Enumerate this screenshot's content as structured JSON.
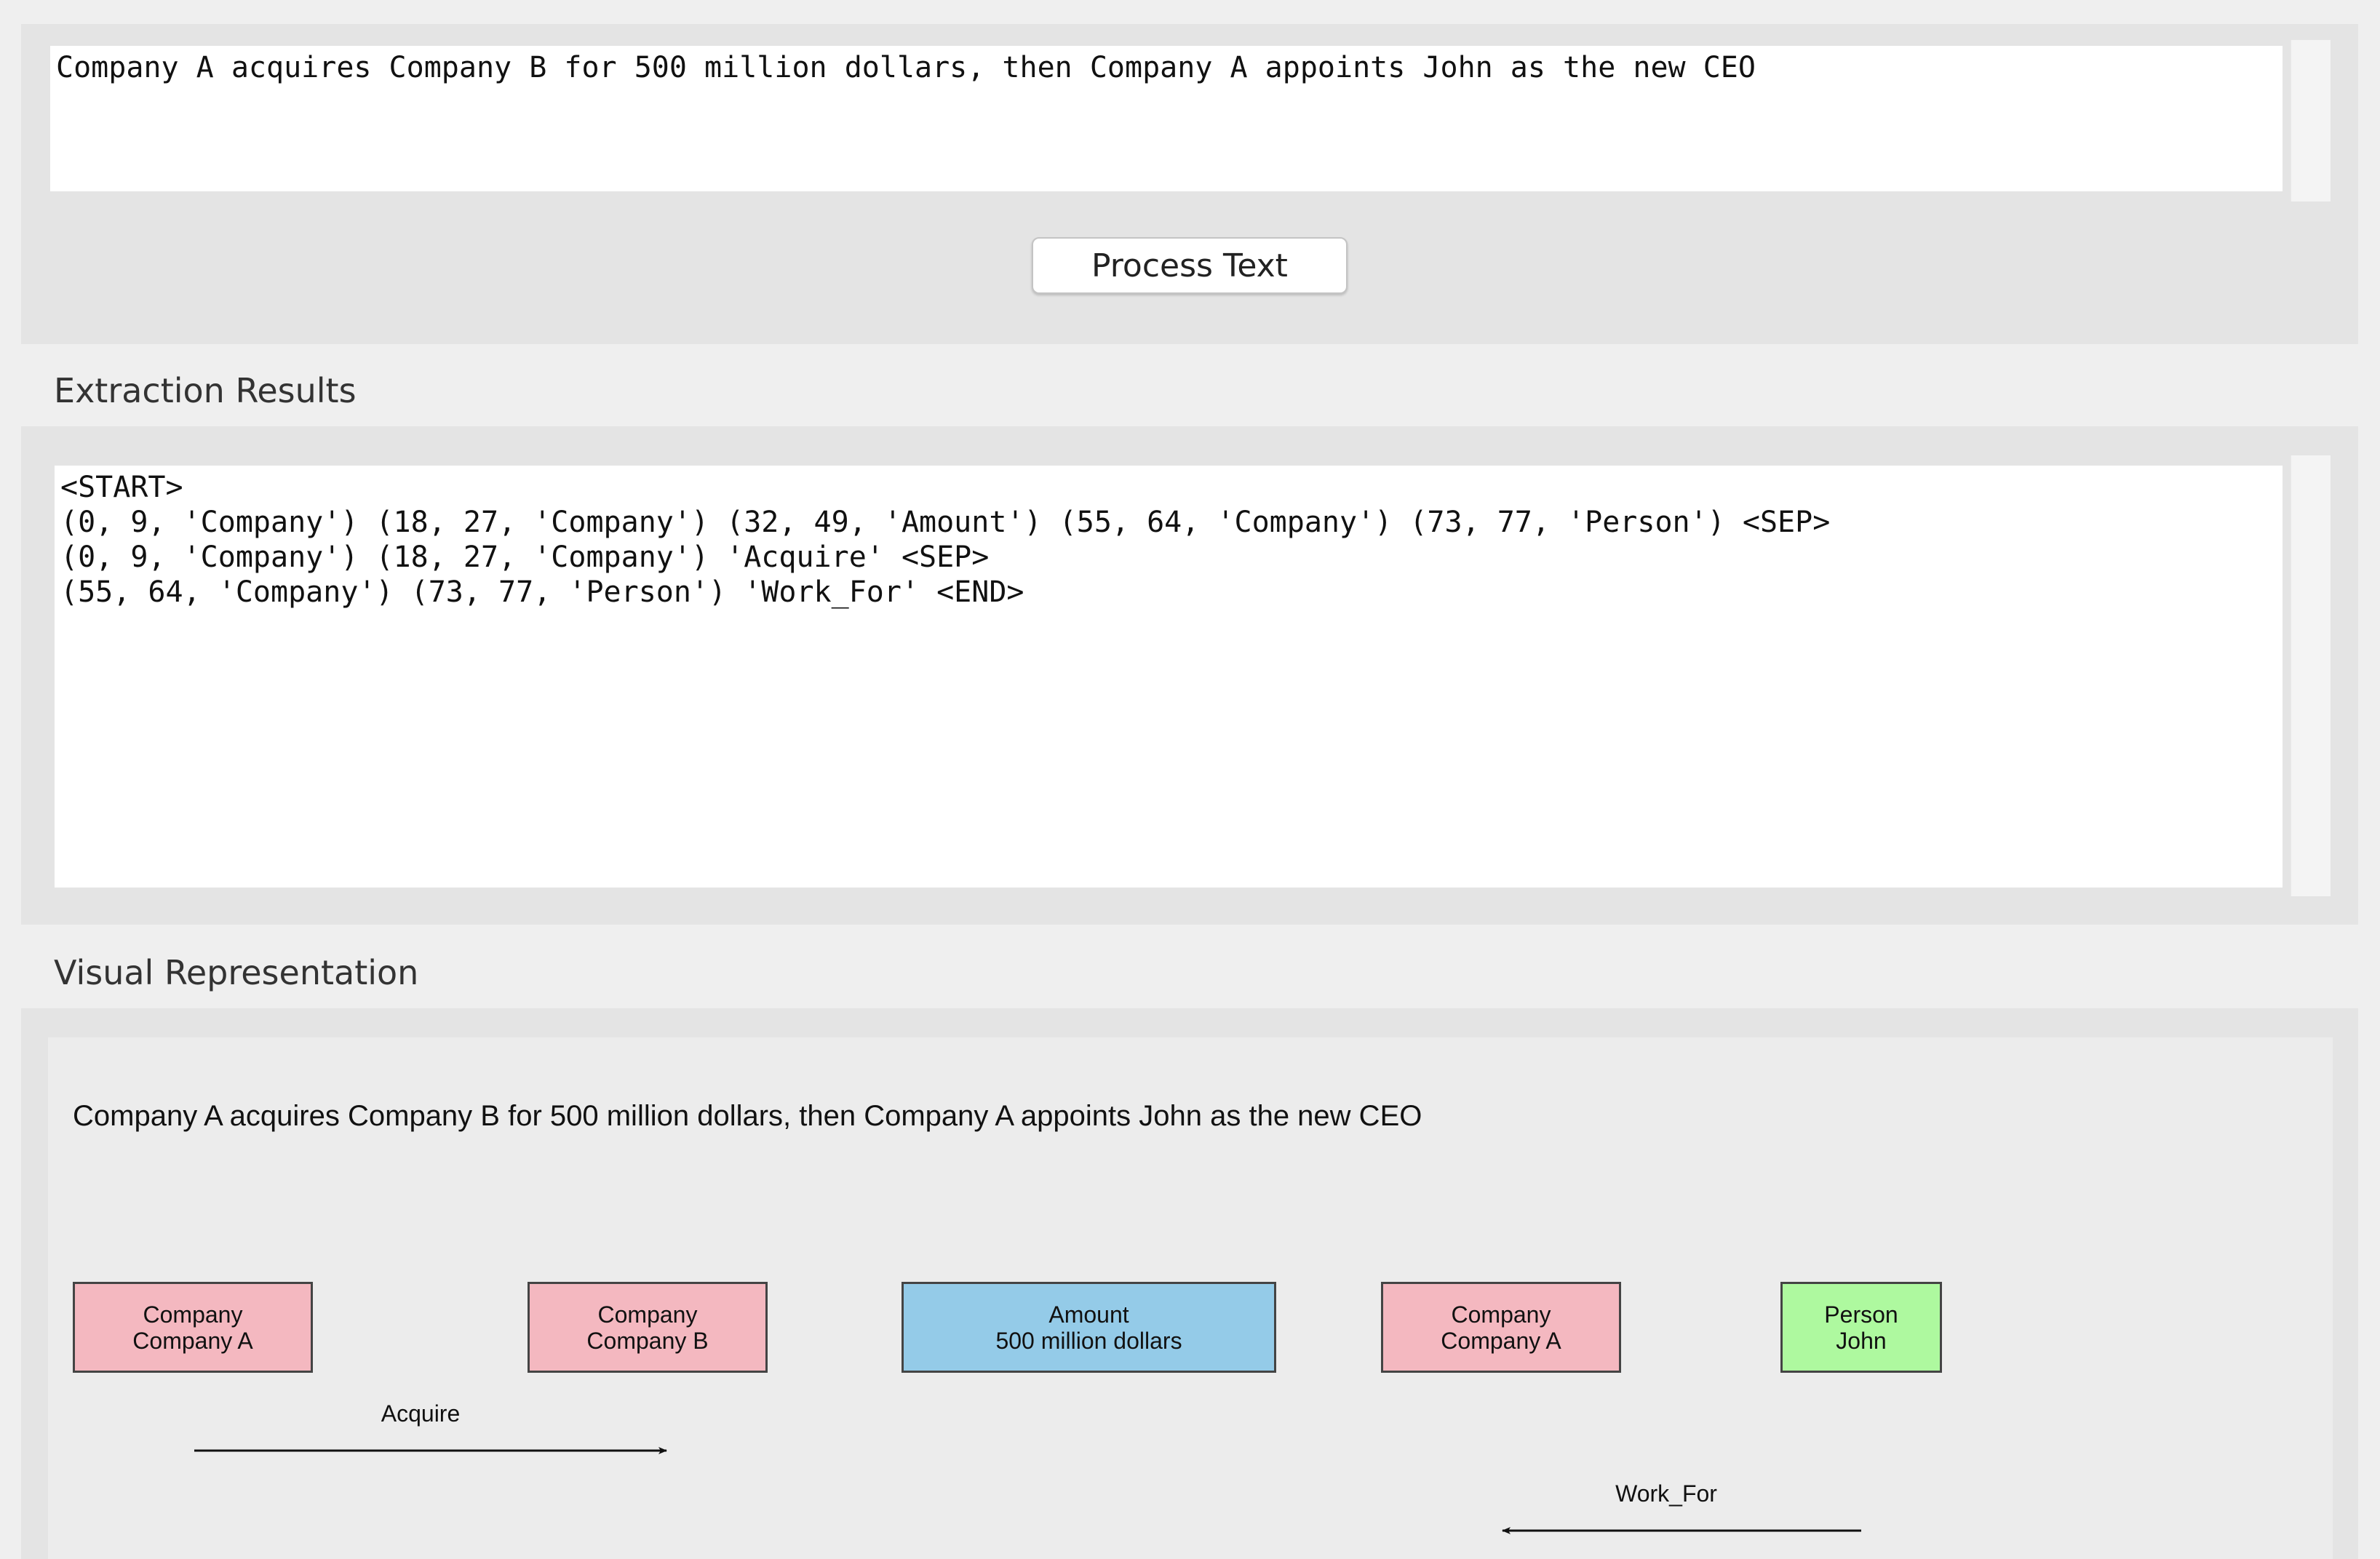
{
  "input": {
    "text": "Company A acquires Company B for 500 million dollars, then Company A appoints John as the new CEO"
  },
  "process_button": {
    "label": "Process Text"
  },
  "results": {
    "title": "Extraction Results",
    "lines": [
      "<START>",
      "(0, 9, 'Company') (18, 27, 'Company') (32, 49, 'Amount') (55, 64, 'Company') (73, 77, 'Person') <SEP>",
      "(0, 9, 'Company') (18, 27, 'Company') 'Acquire' <SEP>",
      "(55, 64, 'Company') (73, 77, 'Person') 'Work_For' <END>"
    ]
  },
  "visual": {
    "title": "Visual Representation",
    "sentence": "Company A acquires Company B for 500 million dollars, then Company A appoints John as the new CEO",
    "entities": [
      {
        "type": "Company",
        "text": "Company A",
        "color": "#f4b8c0"
      },
      {
        "type": "Company",
        "text": "Company B",
        "color": "#f4b8c0"
      },
      {
        "type": "Amount",
        "text": "500 million dollars",
        "color": "#94cbe8"
      },
      {
        "type": "Company",
        "text": "Company A",
        "color": "#f4b8c0"
      },
      {
        "type": "Person",
        "text": "John",
        "color": "#aef99f"
      }
    ],
    "relations": [
      {
        "label": "Acquire",
        "from": 0,
        "to": 1
      },
      {
        "label": "Work_For",
        "from": 4,
        "to": 3
      }
    ]
  }
}
